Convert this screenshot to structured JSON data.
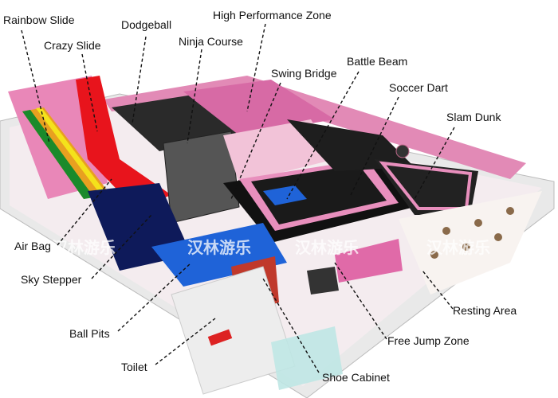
{
  "title": "Trampoline Park Layout",
  "labels": {
    "rainbow_slide": "Rainbow Slide",
    "crazy_slide": "Crazy Slide",
    "dodgeball": "Dodgeball",
    "high_performance_zone": "High Performance Zone",
    "ninja_course": "Ninja Course",
    "swing_bridge": "Swing Bridge",
    "battle_beam": "Battle Beam",
    "soccer_dart": "Soccer Dart",
    "slam_dunk": "Slam Dunk",
    "air_bag": "Air Bag",
    "sky_stepper": "Sky Stepper",
    "ball_pits": "Ball Pits",
    "toilet": "Toilet",
    "shoe_cabinet": "Shoe Cabinet",
    "free_jump_zone": "Free Jump Zone",
    "resting_area": "Resting Area"
  },
  "watermark": "汉林游乐",
  "colors": {
    "pink": "#e58bb8",
    "black": "#1d1d1d",
    "red": "#e8141c",
    "blue": "#1f63d8",
    "floor": "#f1e6ea"
  }
}
